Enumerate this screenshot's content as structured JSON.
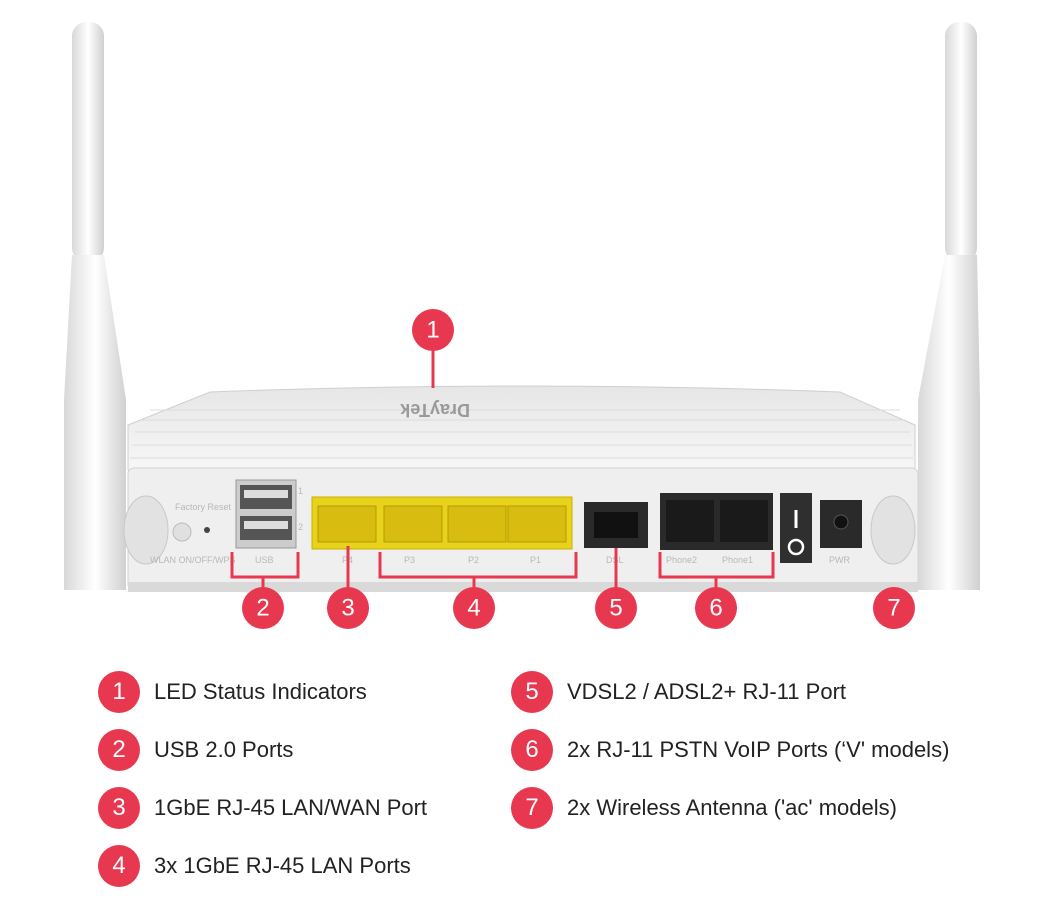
{
  "accent_color": "#e8384f",
  "logo": "DrayTek",
  "port_labels": {
    "factory_reset": "Factory Reset",
    "wlan": "WLAN ON/OFF/WPS",
    "usb": "USB",
    "usb_1": "1",
    "usb_2": "2",
    "p4": "P4",
    "p3": "P3",
    "p2": "P2",
    "p1": "P1",
    "dsl": "DSL",
    "phone2": "Phone2",
    "phone1": "Phone1",
    "pwr": "PWR"
  },
  "callouts": [
    "1",
    "2",
    "3",
    "4",
    "5",
    "6",
    "7"
  ],
  "legend": [
    {
      "num": "1",
      "text": "LED Status Indicators"
    },
    {
      "num": "2",
      "text": "USB 2.0 Ports"
    },
    {
      "num": "3",
      "text": "1GbE RJ-45 LAN/WAN Port"
    },
    {
      "num": "4",
      "text": "3x 1GbE RJ-45 LAN Ports"
    },
    {
      "num": "5",
      "text": "VDSL2 / ADSL2+ RJ-11 Port"
    },
    {
      "num": "6",
      "text": "2x RJ-11 PSTN VoIP Ports (‘V' models)"
    },
    {
      "num": "7",
      "text": "2x Wireless Antenna ('ac' models)"
    }
  ]
}
